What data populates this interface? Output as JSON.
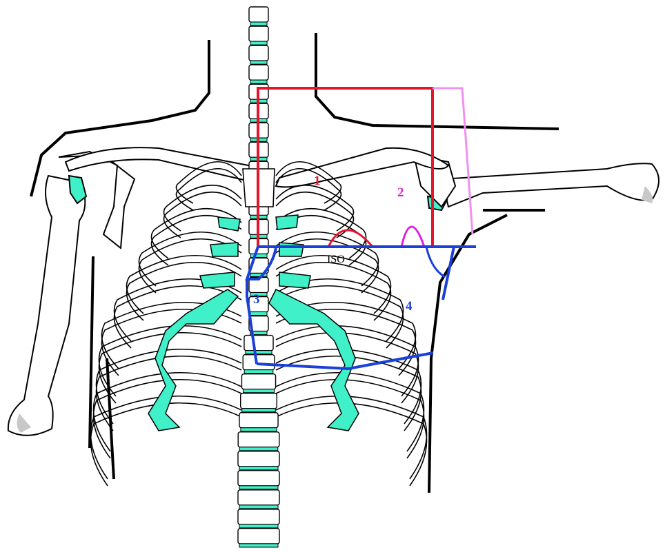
{
  "labels": {
    "field_1": "1",
    "field_2": "2",
    "field_3": "3",
    "field_4": "4",
    "iso": "ISO"
  },
  "colors": {
    "field_1": "#e8142c",
    "field_2": "#e020e0",
    "field_2_outline": "#f090f0",
    "fields_3_4": "#1a40d8",
    "cartilage": "#40f0c8",
    "outline": "#000000",
    "bone_fill": "#ffffff",
    "bone_shadow": "#c8c8c8",
    "iso_text": "#000000"
  }
}
